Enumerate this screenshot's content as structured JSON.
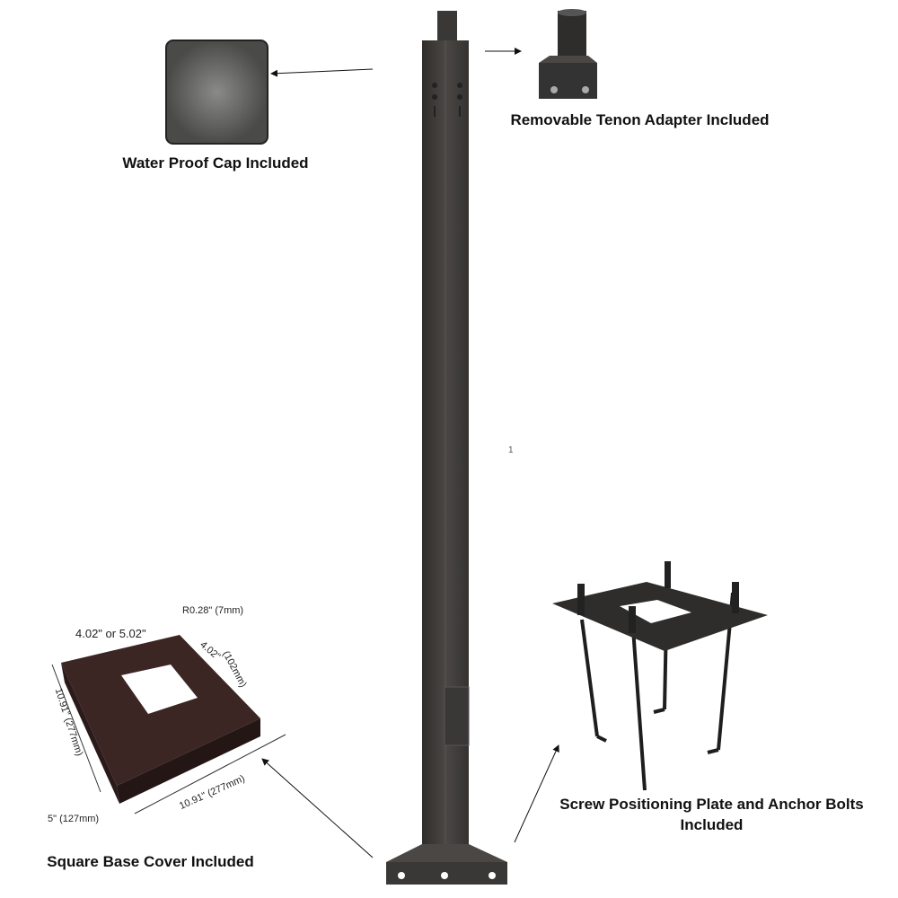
{
  "captions": {
    "cap": "Water Proof Cap Included",
    "tenon": "Removable Tenon Adapter Included",
    "base_cover": "Square Base Cover Included",
    "plate_line1": "Screw Positioning Plate and Anchor Bolts",
    "plate_line2": "Included"
  },
  "dimensions": {
    "opening": "4.02\" or 5.02\"",
    "radius": "R0.28\"  (7mm)",
    "side_in": "4.02\"",
    "side_mm": "(102mm)",
    "length_left": "10.91\"  (277mm)",
    "length_bottom": "10.91\"  (277mm)",
    "height": "5\"  (127mm)"
  },
  "stray_mark": "1",
  "colors": {
    "pole": "#3e3c3a",
    "cover": "#3b2624",
    "plate": "#2e2d2b"
  }
}
